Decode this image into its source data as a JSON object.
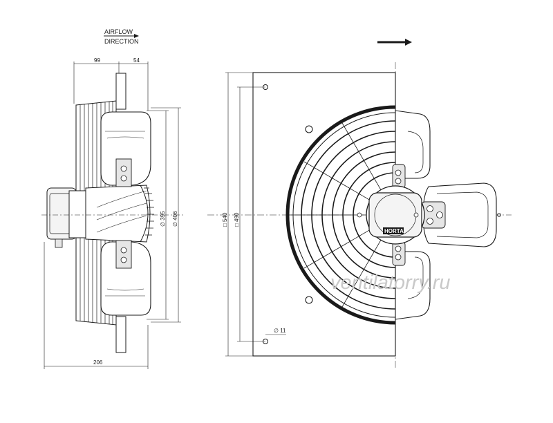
{
  "airflow": {
    "line1": "AIRFLOW",
    "line2": "DIRECTION"
  },
  "dimensions": {
    "d99": "99",
    "d54": "54",
    "d206": "206",
    "d395": "∅ 395",
    "d406": "∅ 406",
    "d540": "□ 540",
    "d490": "□ 490",
    "d11": "∅ 11"
  },
  "brand": "HORTA",
  "watermark": "ventilatorry.ru",
  "colors": {
    "line": "#1a1a1a",
    "fill_light": "#f4f4f4",
    "fill_mid": "#e6e6e6",
    "watermark": "#c9c9c9"
  }
}
